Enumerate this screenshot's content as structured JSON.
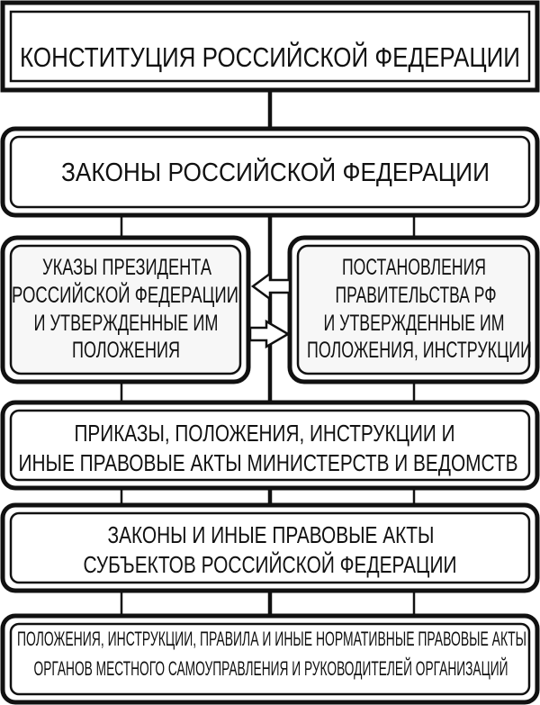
{
  "diagram": {
    "constitution": "КОНСТИТУЦИЯ РОССИЙСКОЙ ФЕДЕРАЦИИ",
    "federal_laws": "ЗАКОНЫ РОССИЙСКОЙ ФЕДЕРАЦИИ",
    "president_decrees": [
      "УКАЗЫ ПРЕЗИДЕНТА",
      "РОССИЙСКОЙ ФЕДЕРАЦИИ",
      "И УТВЕРЖДЕННЫЕ ИМ",
      "ПОЛОЖЕНИЯ"
    ],
    "government_resolutions": [
      "ПОСТАНОВЛЕНИЯ",
      "ПРАВИТЕЛЬСТВА РФ",
      "И УТВЕРЖДЕННЫЕ ИМ",
      "ПОЛОЖЕНИЯ, ИНСТРУКЦИИ"
    ],
    "ministry_acts": [
      "ПРИКАЗЫ, ПОЛОЖЕНИЯ, ИНСТРУКЦИИ И",
      "ИНЫЕ ПРАВОВЫЕ АКТЫ МИНИСТЕРСТВ И ВЕДОМСТВ"
    ],
    "regional_acts": [
      "ЗАКОНЫ И ИНЫЕ ПРАВОВЫЕ АКТЫ",
      "СУБЪЕКТОВ РОССИЙСКОЙ ФЕДЕРАЦИИ"
    ],
    "local_acts": [
      "ПОЛОЖЕНИЯ, ИНСТРУКЦИИ, ПРАВИЛА И ИНЫЕ  НОРМАТИВНЫЕ ПРАВОВЫЕ АКТЫ",
      "ОРГАНОВ МЕСТНОГО САМОУПРАВЛЕНИЯ И РУКОВОДИТЕЛЕЙ ОРГАНИЗАЦИЙ"
    ]
  }
}
